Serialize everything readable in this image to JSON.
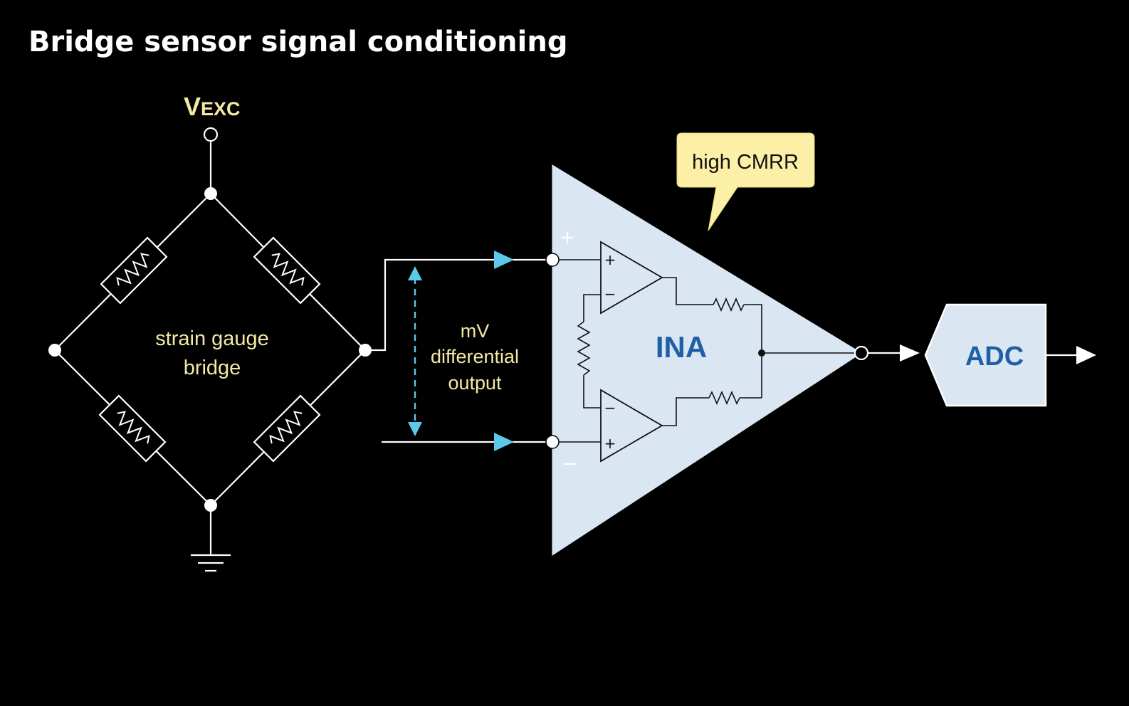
{
  "title": "Bridge sensor signal conditioning",
  "excitation": {
    "main": "V",
    "sub": "EXC"
  },
  "bridge_label": [
    "strain gauge",
    "bridge"
  ],
  "diff_label": [
    "mV",
    "differential",
    "output"
  ],
  "callout": "high CMRR",
  "amplifier_label": "INA",
  "adc_label": "ADC",
  "input_plus": "+",
  "input_minus": "−",
  "opamp_plus": "+",
  "opamp_minus": "−",
  "colors": {
    "background": "#000000",
    "amplifier_fill": "#dbe6f3",
    "accent_blue": "#1f5fa8",
    "arrow_cyan": "#5ec8e8",
    "label_yellow": "#f3e9a4",
    "callout_fill": "#fbf0a6"
  }
}
